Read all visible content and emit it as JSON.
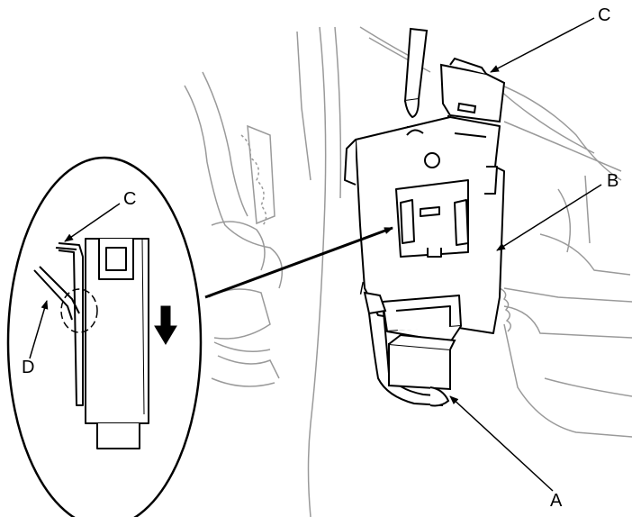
{
  "callouts": {
    "a": "A",
    "b": "B",
    "c_main": "C",
    "c_inset": "C",
    "d": "D"
  },
  "colors": {
    "line": "#000000",
    "background_detail": "#9a9a9a",
    "paper": "#ffffff"
  },
  "icons": {
    "direction": "down-arrow-icon"
  }
}
